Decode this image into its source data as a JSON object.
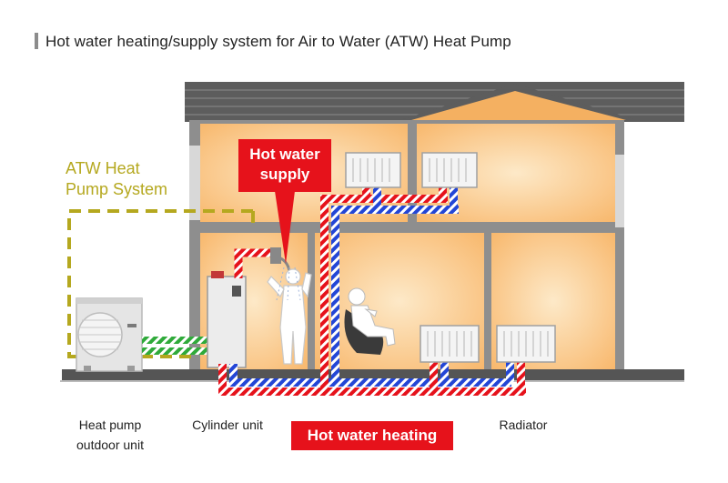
{
  "title": "Hot water heating/supply system for Air to Water (ATW) Heat Pump",
  "atw_label": {
    "line1": "ATW Heat",
    "line2": "Pump System"
  },
  "hot_water_supply": {
    "line1": "Hot water",
    "line2": "supply"
  },
  "hot_water_heating": "Hot water heating",
  "captions": {
    "outdoor_unit_line1": "Heat pump",
    "outdoor_unit_line2": "outdoor unit",
    "cylinder_unit": "Cylinder unit",
    "radiator": "Radiator"
  },
  "colors": {
    "hot": "#e6121b",
    "cold": "#2346d6",
    "loop": "#2faa3a",
    "atw_outline": "#b5a81f",
    "roof": "#5d5d5d",
    "wall": "#8e8e8e",
    "room_light": "#fde8c4",
    "room_warm": "#f9bd75"
  }
}
